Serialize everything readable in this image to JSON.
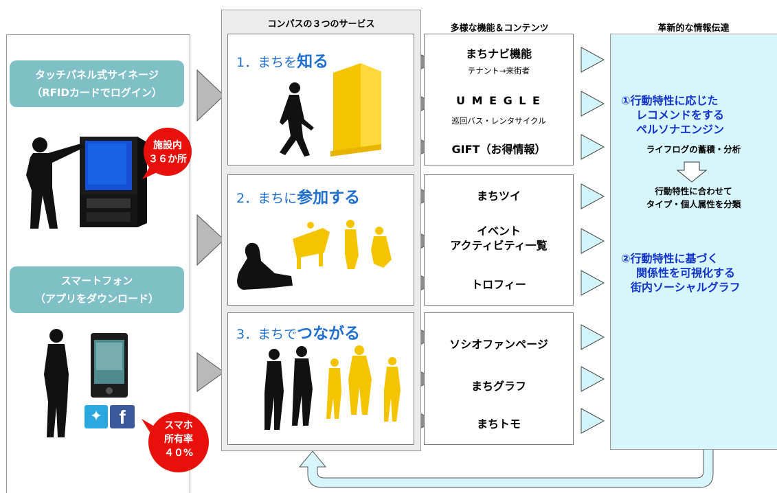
{
  "left": {
    "signage_label": [
      "タッチパネル式サイネージ",
      "（RFIDカードでログイン）"
    ],
    "signage_badge": [
      "施設内",
      "３６か所"
    ],
    "phone_label": [
      "スマートフォン",
      "（アプリをダウンロード）"
    ],
    "phone_badge": [
      "スマホ",
      "所有率",
      "４０%"
    ]
  },
  "services": {
    "header": "コンパスの３つのサービス",
    "items": [
      {
        "prefix": "1．まちを",
        "emphasis": "知る"
      },
      {
        "prefix": "2．まちに",
        "emphasis": "参加する"
      },
      {
        "prefix": "3．まちで",
        "emphasis": "つながる"
      }
    ]
  },
  "features": {
    "header": "多様な機能＆コンテンツ",
    "groups": [
      [
        {
          "title": "まちナビ機能",
          "sub": "テナント→来街者"
        },
        {
          "title": "U M E G L E",
          "sub": "巡回バス・レンタサイクル"
        },
        {
          "title": "GIFT（お得情報）",
          "sub": ""
        }
      ],
      [
        {
          "title": "まちツイ",
          "sub": ""
        },
        {
          "title": "イベント\nアクティビティ一覧",
          "sub": ""
        },
        {
          "title": "トロフィー",
          "sub": ""
        }
      ],
      [
        {
          "title": "ソシオファンページ",
          "sub": ""
        },
        {
          "title": "まちグラフ",
          "sub": ""
        },
        {
          "title": "まちトモ",
          "sub": ""
        }
      ]
    ]
  },
  "innovation": {
    "header": "革新的な情報伝達",
    "point1": [
      "①行動特性に応じた",
      "レコメンドをする",
      "ペルソナエンジン"
    ],
    "lifelog": "ライフログの蓄積・分析",
    "classify": [
      "行動特性に合わせて",
      "タイプ・個人属性を分類"
    ],
    "point2": [
      "②行動特性に基づく",
      "関係性を可視化する",
      "街内ソーシャルグラフ"
    ]
  },
  "colors": {
    "teal": "#7fbfc6",
    "red": "#e8100b",
    "blue_text": "#1133cc",
    "service_title": "#1f6fcf",
    "panel_bg": "#d7f6fc",
    "gold": "#f5c400"
  }
}
